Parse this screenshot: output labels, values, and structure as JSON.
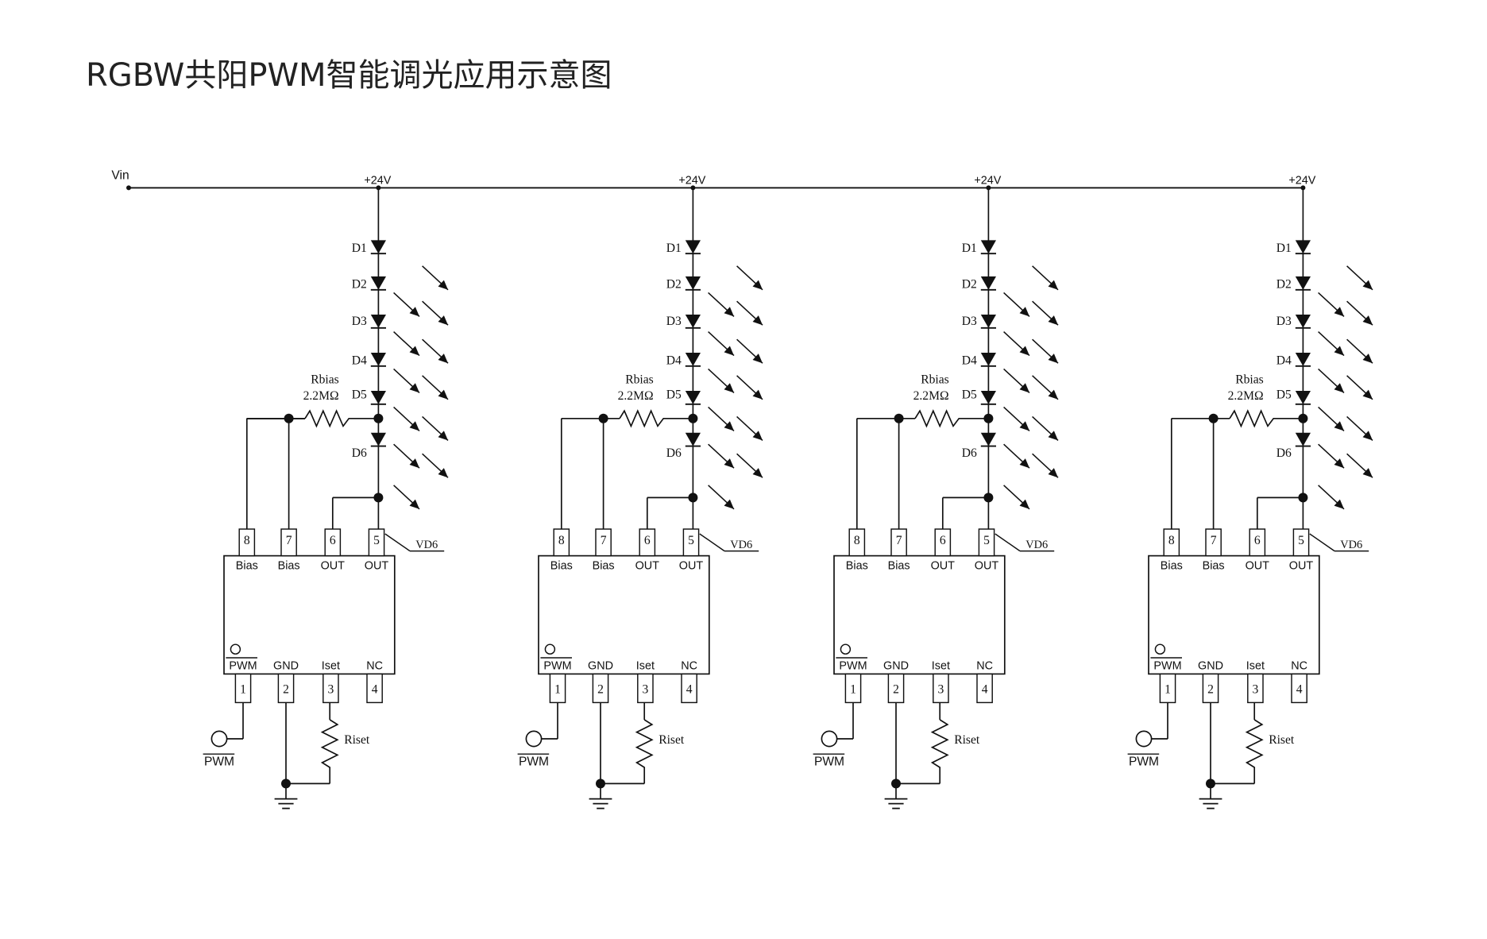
{
  "title": "RGBW共阳PWM智能调光应用示意图",
  "supply": {
    "input_label": "Vin",
    "rail_label": "+24V"
  },
  "leds": [
    "D1",
    "D2",
    "D3",
    "D4",
    "D5",
    "D6"
  ],
  "rbias": {
    "name": "Rbias",
    "value": "2.2MΩ"
  },
  "vd6_label": "VD6",
  "ic": {
    "top_pins": [
      {
        "num": "8",
        "label": "Bias"
      },
      {
        "num": "7",
        "label": "Bias"
      },
      {
        "num": "6",
        "label": "OUT"
      },
      {
        "num": "5",
        "label": "OUT"
      }
    ],
    "bottom_pins": [
      {
        "num": "1",
        "label": "PWM"
      },
      {
        "num": "2",
        "label": "GND"
      },
      {
        "num": "3",
        "label": "Iset"
      },
      {
        "num": "4",
        "label": "NC"
      }
    ]
  },
  "riset_label": "Riset",
  "pwm_input_label": "PWM",
  "channel_count": 4
}
